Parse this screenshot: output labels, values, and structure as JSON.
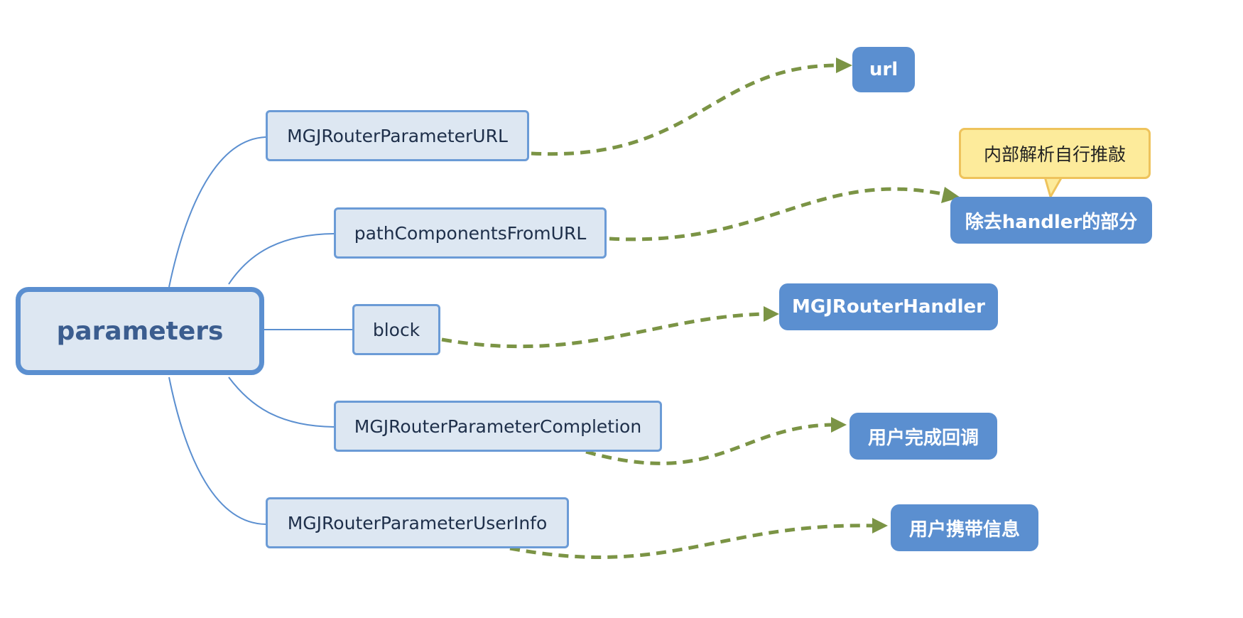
{
  "root": {
    "label": "parameters"
  },
  "children": [
    {
      "label": "MGJRouterParameterURL",
      "target": "url"
    },
    {
      "label": "pathComponentsFromURL",
      "target": "除去handler的部分"
    },
    {
      "label": "block",
      "target": "MGJRouterHandler"
    },
    {
      "label": "MGJRouterParameterCompletion",
      "target": "用户完成回调"
    },
    {
      "label": "MGJRouterParameterUserInfo",
      "target": "用户携带信息"
    }
  ],
  "callout": {
    "text": "内部解析自行推敲"
  },
  "colors": {
    "root_border": "#5b8fd0",
    "node_fill": "#dde7f2",
    "target_fill": "#5b8fd0",
    "tree_line": "#5b8fd0",
    "arrow": "#7b9445",
    "callout_fill": "#fdeb9b",
    "callout_border": "#eec35c"
  }
}
